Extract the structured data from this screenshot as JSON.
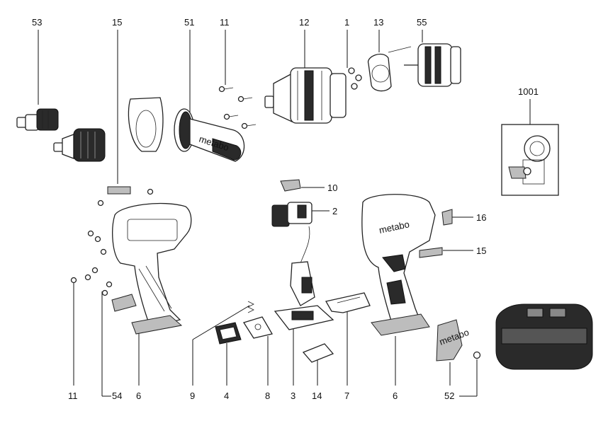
{
  "diagram": {
    "labels": [
      "53",
      "15",
      "51",
      "11",
      "12",
      "1",
      "13",
      "55",
      "1001",
      "10",
      "2",
      "16",
      "15",
      "11",
      "54",
      "6",
      "9",
      "4",
      "8",
      "3",
      "14",
      "7",
      "6",
      "52"
    ],
    "inset_label": "1001"
  }
}
